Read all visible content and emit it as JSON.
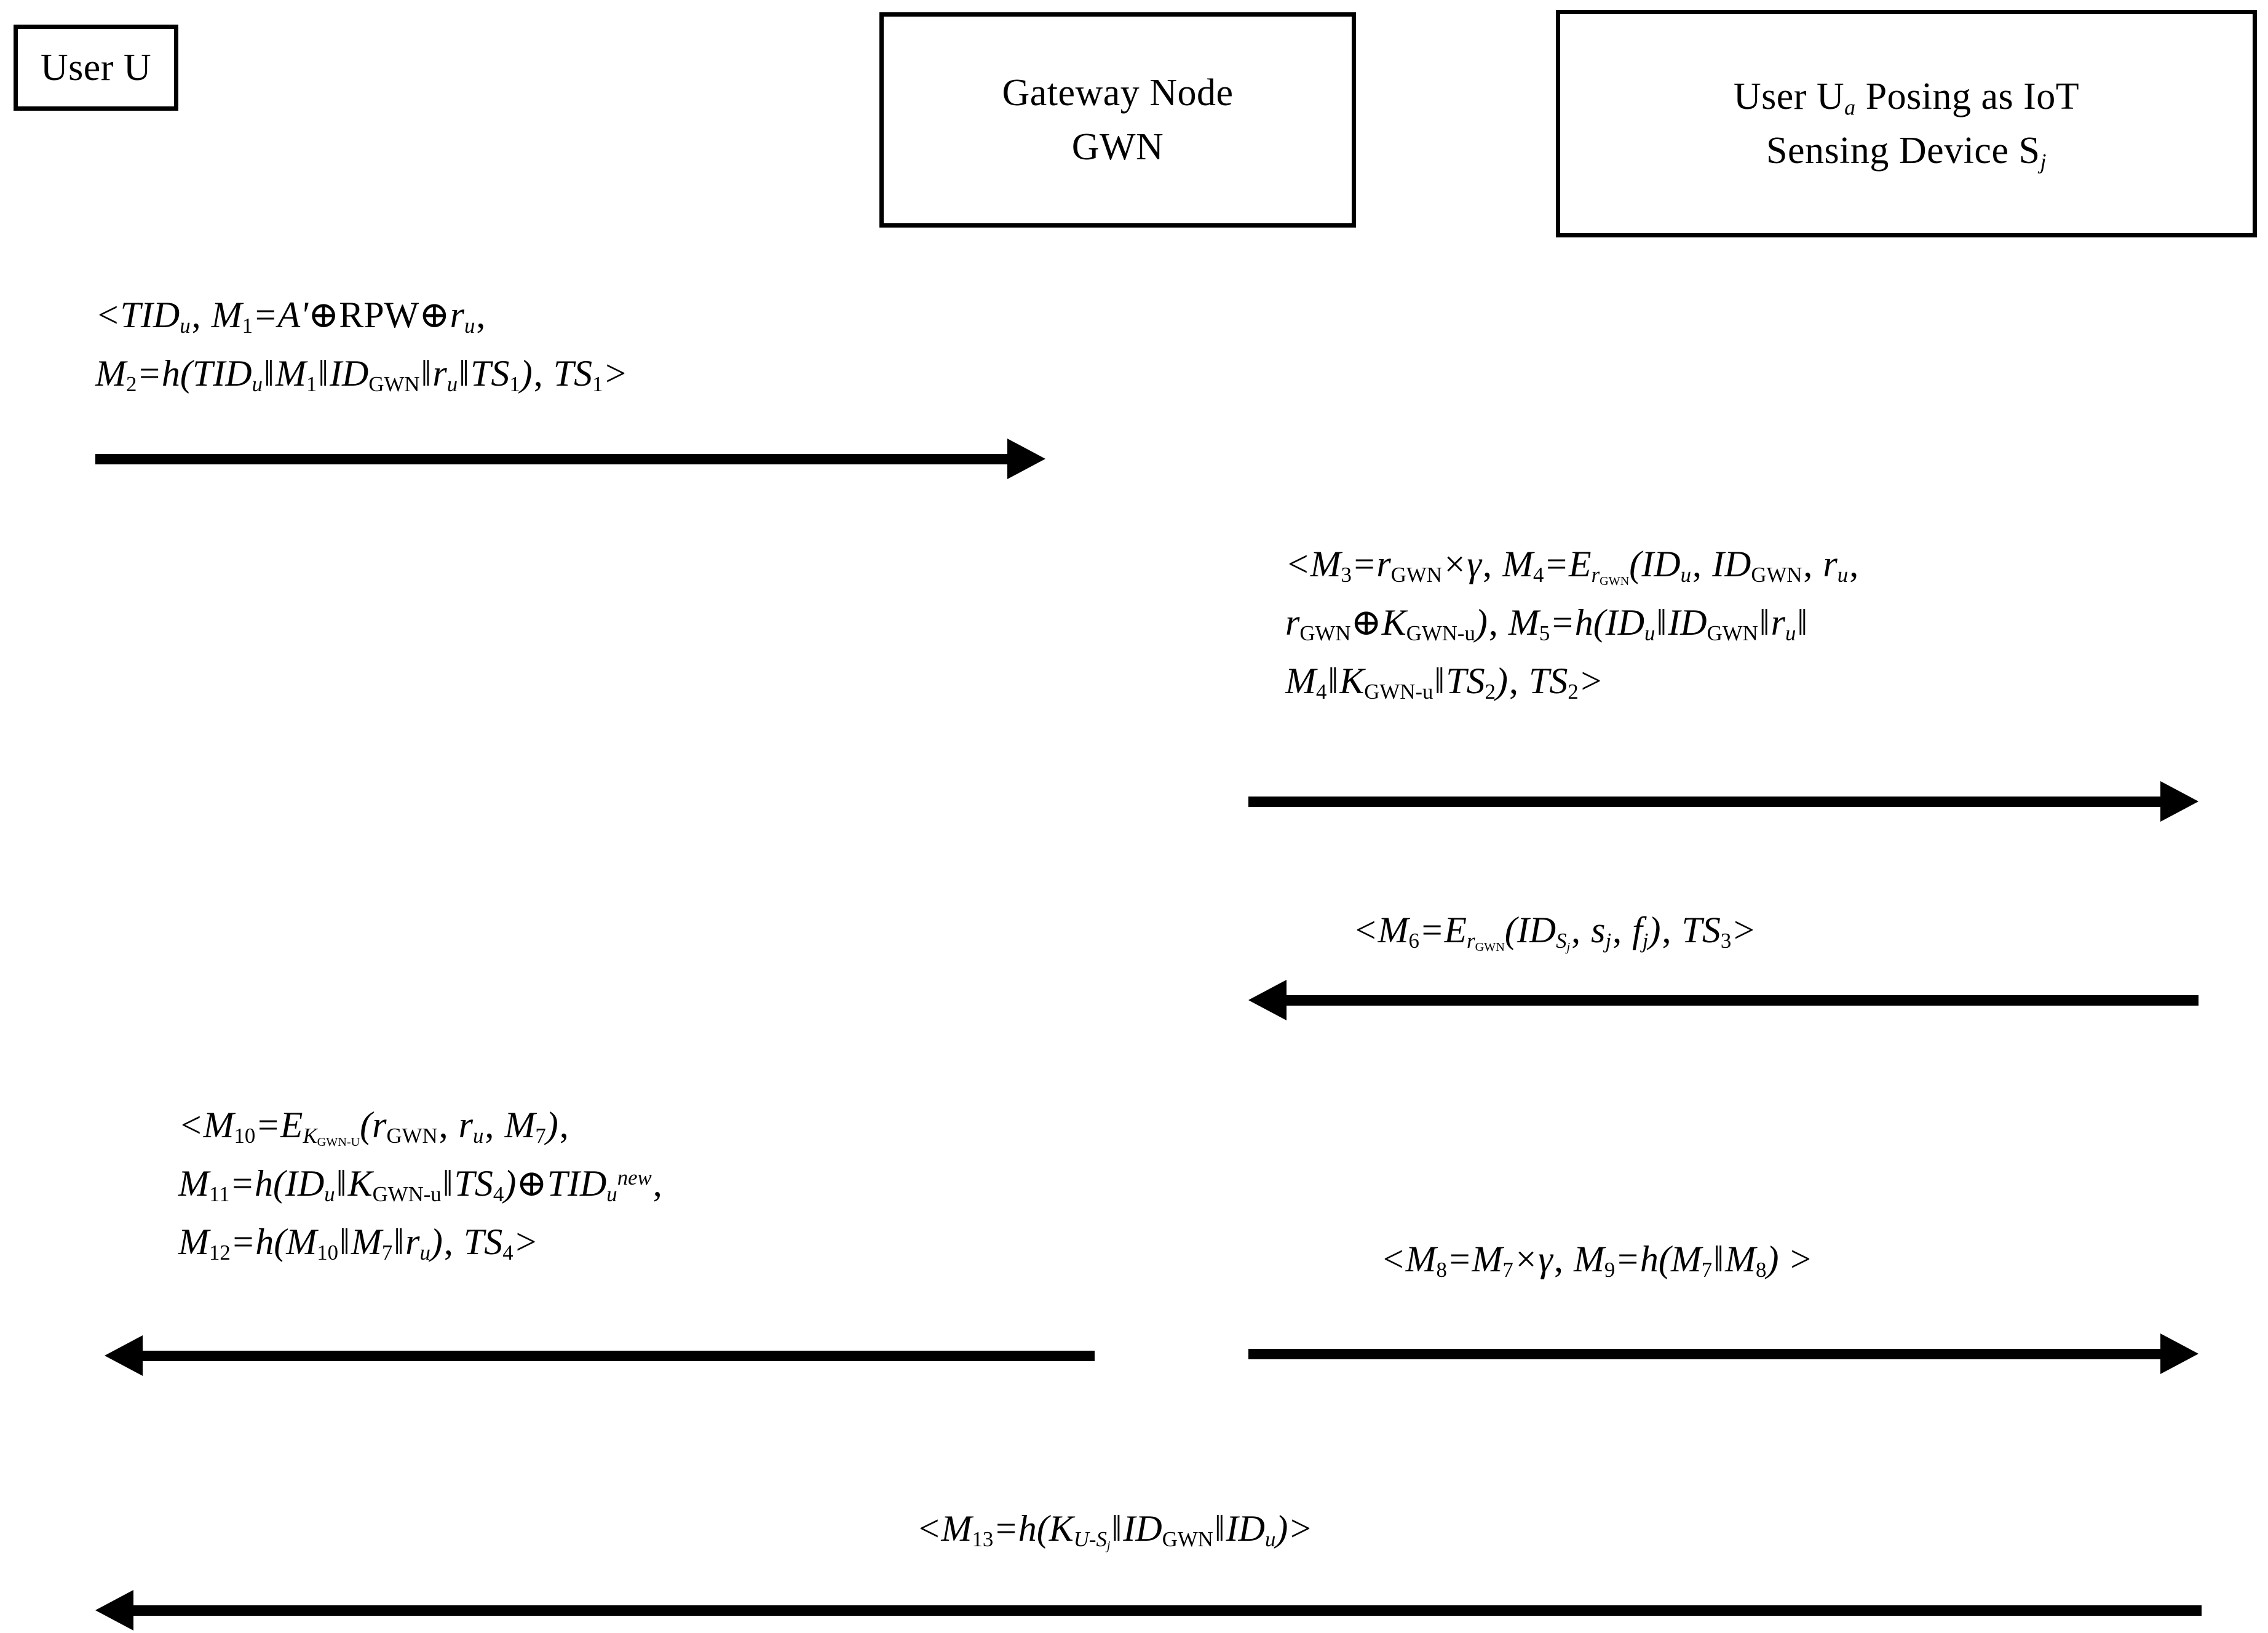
{
  "diagram": {
    "title": "Impersonation attack message flow between User U, Gateway Node GWN and a malicious user posing as IoT sensing device",
    "background_color": "#ffffff",
    "line_color": "#000000"
  },
  "parties": [
    {
      "id": "user-u",
      "lines": [
        "User U"
      ]
    },
    {
      "id": "gateway-node",
      "lines": [
        "Gateway Node",
        "GWN"
      ]
    },
    {
      "id": "attacker-device",
      "lines": [
        "User U",
        "Posing as IoT",
        "Sensing Device S",
        "a",
        "j"
      ]
    }
  ],
  "messages": [
    {
      "id": "m1-m2",
      "from": "user-u",
      "to": "gateway-node",
      "direction": "right",
      "lines": [
        "<TIDu, M1=A'⊕RPW⊕ru,",
        "M2=h(TIDu ‖ M1 ‖ IDGWN ‖ ru ‖ TS1), TS1>"
      ]
    },
    {
      "id": "m3-m4-m5",
      "from": "gateway-node",
      "to": "attacker-device",
      "direction": "right",
      "lines": [
        "<M3=rGWN×γ, M4=ErGWN(IDu, IDGWN, ru,",
        "rGWN⊕KGWN-u), M5=h(IDu ‖ IDGWN ‖ ru ‖",
        "M4 ‖ KGWN-u ‖ TS2), TS2>"
      ]
    },
    {
      "id": "m6",
      "from": "attacker-device",
      "to": "gateway-node",
      "direction": "left",
      "lines": [
        "<M6=ErGWN(IDSj, sj, fj), TS3>"
      ]
    },
    {
      "id": "m10-m11-m12",
      "from": "gateway-node",
      "to": "user-u",
      "direction": "left",
      "lines": [
        "<M10=EKGWN-U(rGWN, ru, M7),",
        "M11=h(IDu ‖ KGWN-u ‖ TS4)⊕TIDunew,",
        "M12=h(M10 ‖ M7 ‖ ru), TS4>"
      ]
    },
    {
      "id": "m8-m9",
      "from": "gateway-node",
      "to": "attacker-device",
      "direction": "right",
      "lines": [
        "<M8=M7×γ, M9=h(M7 ‖ M8) >"
      ]
    },
    {
      "id": "m13",
      "from": "attacker-device",
      "to": "user-u",
      "direction": "left",
      "lines": [
        "<M13=h(KU-Sj ‖ IDGWN ‖ IDu)>"
      ]
    }
  ]
}
